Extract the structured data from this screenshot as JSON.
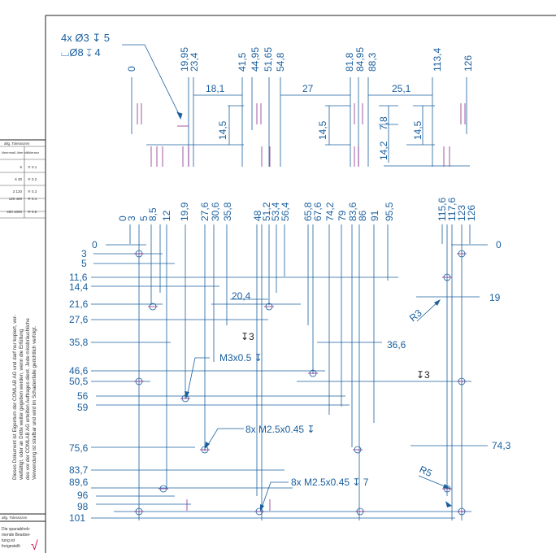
{
  "top_view": {
    "hole_spec_line1": "4x Ø3 ↧ 5",
    "hole_spec_line2": "⌴Ø8 ↧ 4",
    "x_positions": [
      "0",
      "19,95",
      "23,4",
      "41,5",
      "44,95",
      "51,65",
      "54,8",
      "81,8",
      "84,95",
      "88,3",
      "113,4",
      "126"
    ],
    "horizontal_dims": [
      "18,1",
      "27",
      "25,1"
    ],
    "vertical_dims": [
      "14,5",
      "14,5",
      "7,8",
      "14,2",
      "14,5"
    ]
  },
  "plan_view": {
    "x_positions": [
      "0",
      "3",
      "5",
      "8,5",
      "12",
      "19,9",
      "27,6",
      "30,6",
      "35,8",
      "48",
      "51,2",
      "53,4",
      "56,4",
      "65,8",
      "67,6",
      "74,2",
      "79",
      "83,6",
      "86",
      "91",
      "95,5",
      "115,6",
      "117,6",
      "123",
      "126"
    ],
    "y_positions": [
      "0",
      "3",
      "5",
      "11,6",
      "14,4",
      "21,6",
      "27,6",
      "35,8",
      "46,6",
      "50,5",
      "56",
      "59",
      "75,6",
      "83,7",
      "89,6",
      "96",
      "98",
      "101"
    ],
    "right_y_positions": [
      "0",
      "19",
      "74,3"
    ],
    "annotations": {
      "dim_20_4": "20,4",
      "depth_a": "↧3",
      "dim_36_6": "36,6",
      "thread_m3": "M3x0.5 ↧",
      "depth_b": "↧3",
      "thread_m25_a": "8x M2.5x0.45 ↧",
      "thread_m25_b": "8x M2.5x0.45 ↧ 7",
      "radius_r3": "R3",
      "radius_r5": "R5"
    }
  },
  "tolerance_table": {
    "title": "allg. Toleranzen",
    "col_range": "Nennmaß über bis",
    "col_tol": "Toleranz",
    "rows": [
      {
        "range": "6",
        "tol": "∓ 0.1"
      },
      {
        "range": "6   30",
        "tol": "∓ 0.2"
      },
      {
        "range": "3  120",
        "tol": "∓ 0.3"
      },
      {
        "range": "120  400",
        "tol": "∓ 0.4"
      },
      {
        "range": "400 1000",
        "tol": "∓ 0.5"
      }
    ]
  },
  "notice": {
    "line1": "Dieses Dokument ist Eigentum der COMLAB AG und darf nur kopiert, ver-",
    "line2": "vielfältigt, oder an Dritte weiter gegeben werden, wenn die Erfüllung",
    "line3": "des vor der COMLAB AG erteilten Auftrages dient. Jede missbräuchliche",
    "line4": "Verwendung ist strafbar und wird im Schadenfalle gerichtlich verfolgt."
  },
  "footer": {
    "title": "allg. Toleranzen",
    "text1": "Die spanabheb-",
    "text2": "mende Bearbei-",
    "text3": "tung ist",
    "text4": "freigestellt",
    "check": "√"
  },
  "colors": {
    "drawing": "#1a5f9e",
    "frame": "#222222",
    "check": "#d4145a",
    "hole_center": "#8b2e8b"
  }
}
